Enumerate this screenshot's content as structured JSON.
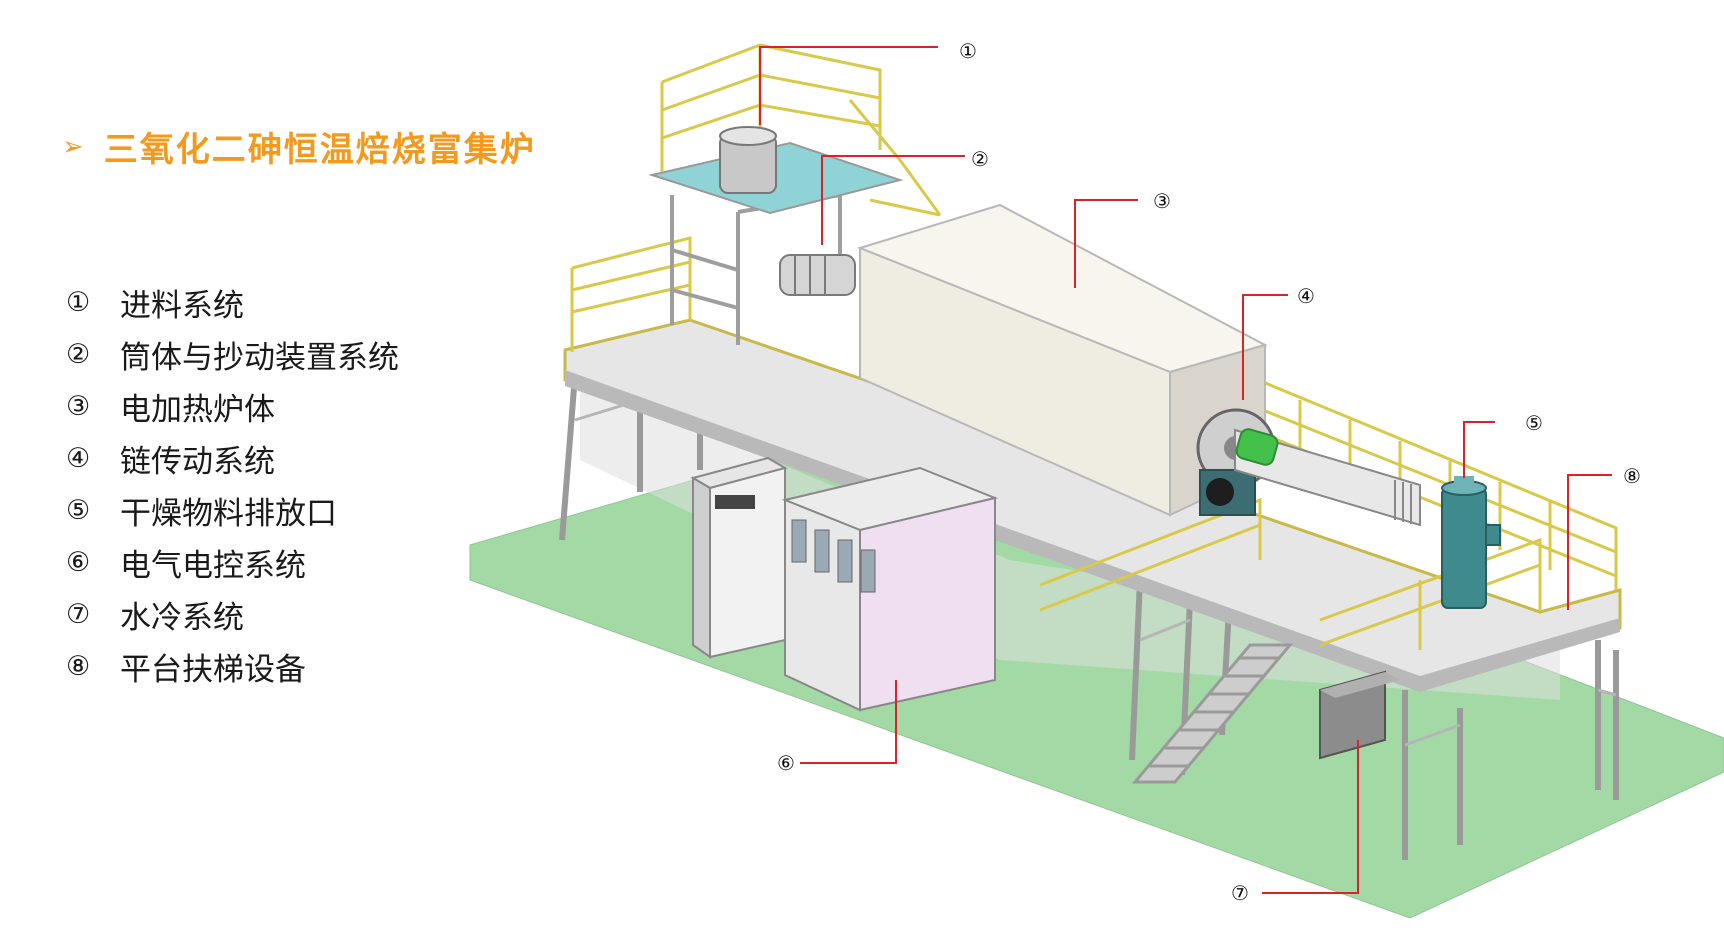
{
  "title": {
    "bullet": "➢",
    "text": "三氧化二砷恒温焙烧富集炉"
  },
  "legend": [
    {
      "num": "①",
      "label": "进料系统"
    },
    {
      "num": "②",
      "label": "筒体与抄动装置系统"
    },
    {
      "num": "③",
      "label": "电加热炉体"
    },
    {
      "num": "④",
      "label": "链传动系统"
    },
    {
      "num": "⑤",
      "label": "干燥物料排放口"
    },
    {
      "num": "⑥",
      "label": "电气电控系统"
    },
    {
      "num": "⑦",
      "label": "水冷系统"
    },
    {
      "num": "⑧",
      "label": "平台扶梯设备"
    }
  ],
  "callouts": [
    "①",
    "②",
    "③",
    "④",
    "⑤",
    "⑥",
    "⑦",
    "⑧"
  ],
  "colors": {
    "title": "#f39a1e",
    "floor": "#a3d9a5",
    "railing": "#d9c94a",
    "steel": "#cfcfcf",
    "furnace": "#f2efe6",
    "cabinet": "#f0dff0",
    "drum": "#bfe0c8",
    "accent_green": "#43c04a",
    "teal": "#3f8a8c",
    "callout_line": "#d9232a"
  }
}
